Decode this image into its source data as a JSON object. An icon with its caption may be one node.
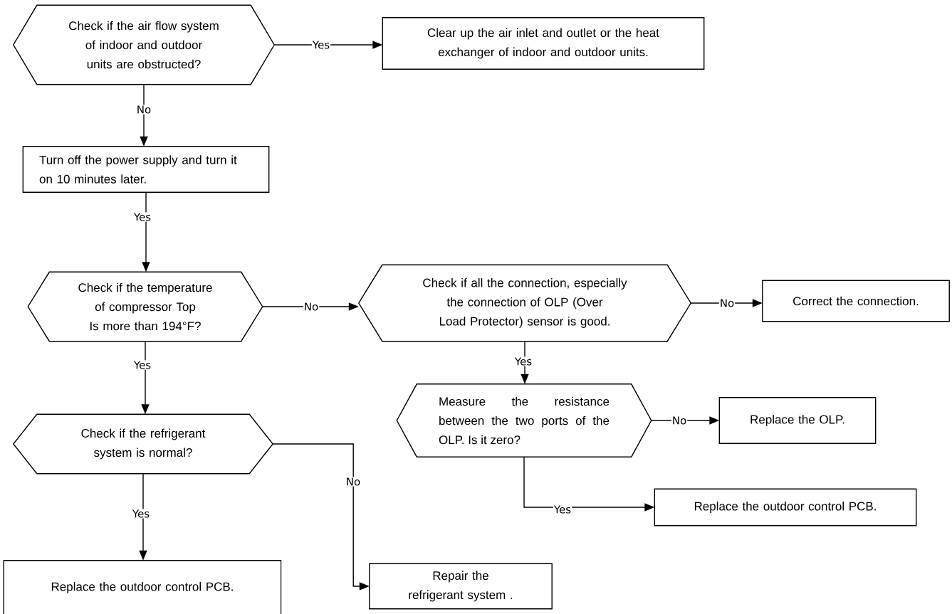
{
  "diagram": {
    "nodes": [
      {
        "text": [
          "Check if the air flow system of indoor and outdoor units are obstructed?"
        ]
      },
      {
        "text": [
          "Clear up the air inlet and outlet or the heat exchanger of indoor and outdoor units."
        ]
      },
      {
        "text": [
          "Turn off the power supply and turn it on 10 minutes later."
        ]
      },
      {
        "text": [
          "Check if the temperature of compressor Top Is more than 194°F?"
        ]
      },
      {
        "text": [
          "Check if all the connection, especially the connection of OLP (Over Load Protector) sensor is good."
        ]
      },
      {
        "text": [
          "Correct the connection."
        ]
      },
      {
        "text": [
          "Measure the resistance between the two ports of the OLP. Is it zero?"
        ]
      },
      {
        "text": [
          "Replace the OLP."
        ]
      },
      {
        "text": [
          "Replace the outdoor control PCB."
        ]
      },
      {
        "text": [
          "Check if the refrigerant system is normal?"
        ]
      },
      {
        "text": [
          "Replace the outdoor control PCB."
        ]
      },
      {
        "text": [
          "Repair the refrigerant system ."
        ]
      }
    ],
    "edges": [
      {
        "from": 0,
        "to": 1,
        "arrow": "to",
        "label": "Yes"
      },
      {
        "from": 0,
        "to": 2,
        "arrow": "to",
        "label": "No"
      },
      {
        "from": 2,
        "to": 3,
        "arrow": "to",
        "label": "Yes"
      },
      {
        "from": 3,
        "to": 4,
        "arrow": "to",
        "label": "No"
      },
      {
        "from": 4,
        "to": 5,
        "arrow": "to",
        "label": "No"
      },
      {
        "from": 4,
        "to": 6,
        "arrow": "to",
        "label": "Yes"
      },
      {
        "from": 6,
        "to": 7,
        "arrow": "to",
        "label": "No"
      },
      {
        "from": 6,
        "to": 8,
        "arrow": "to",
        "label": "Yes"
      },
      {
        "from": 3,
        "to": 9,
        "arrow": "to",
        "label": "Yes"
      },
      {
        "from": 9,
        "to": 10,
        "arrow": "to",
        "label": "Yes"
      },
      {
        "from": 9,
        "to": 11,
        "arrow": "to",
        "label": "No"
      }
    ]
  }
}
